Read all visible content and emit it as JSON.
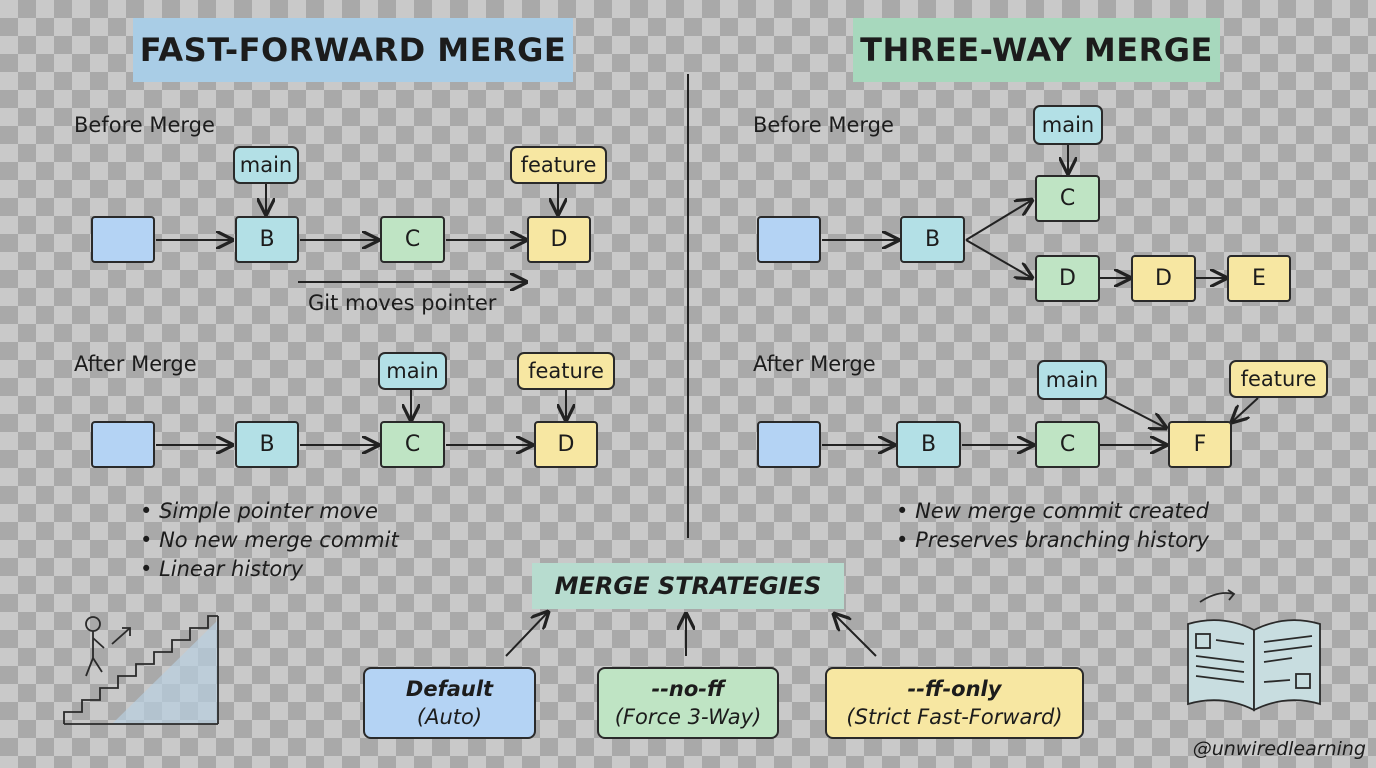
{
  "fast_forward": {
    "title": "FAST-FORWARD MERGE",
    "before_label": "Before Merge",
    "after_label": "After Merge",
    "pointer_note": "Git moves pointer",
    "before": {
      "nodes": [
        "",
        "B",
        "C",
        "D"
      ],
      "main_tag": "main",
      "feature_tag": "feature"
    },
    "after": {
      "nodes": [
        "",
        "B",
        "C",
        "D"
      ],
      "main_tag": "main",
      "feature_tag": "feature"
    },
    "bullets": [
      "Simple pointer move",
      "No new merge commit",
      "Linear history"
    ]
  },
  "three_way": {
    "title": "THREE-WAY MERGE",
    "before_label": "Before Merge",
    "after_label": "After Merge",
    "before": {
      "nodes": [
        "",
        "B",
        "C",
        "D",
        "D",
        "E"
      ],
      "main_tag": "main"
    },
    "after": {
      "nodes": [
        "",
        "B",
        "C",
        "F"
      ],
      "main_tag": "main",
      "feature_tag": "feature"
    },
    "bullets": [
      "New merge commit created",
      "Preserves branching history"
    ]
  },
  "strategies": {
    "title": "MERGE STRATEGIES",
    "items": [
      {
        "key": "Default",
        "desc": "(Auto)",
        "color": "#b4d3f4"
      },
      {
        "key": "--no-ff",
        "desc": "(Force 3-Way)",
        "color": "#bfe4c4"
      },
      {
        "key": "--ff-only",
        "desc": "(Strict Fast-Forward)",
        "color": "#f7e7a2"
      }
    ]
  },
  "credit": "@unwiredlearning",
  "colors": {
    "commit_blue": "#b4d3f4",
    "commit_teal": "#b3e0e6",
    "commit_green": "#bfe4c4",
    "commit_yellow": "#f7e7a2"
  }
}
